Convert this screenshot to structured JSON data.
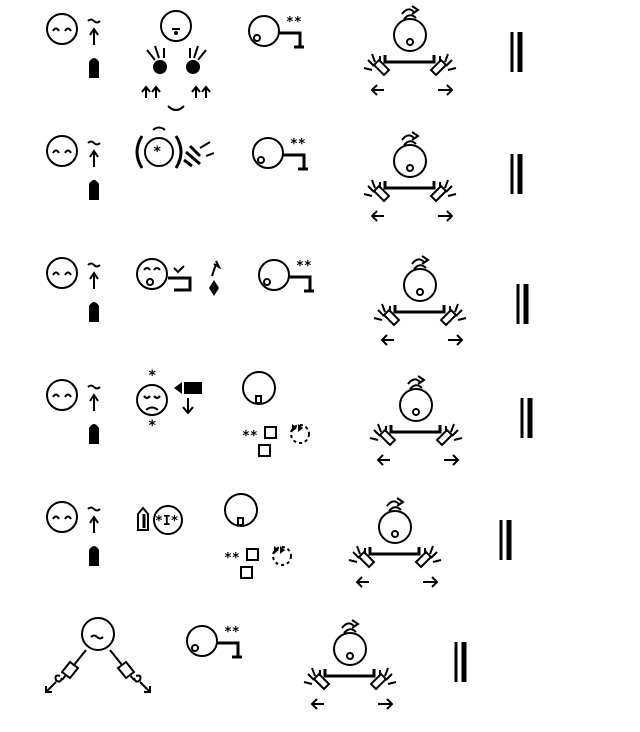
{
  "title": "",
  "rows": [
    {
      "id": "row-1",
      "signs": [
        {
          "id": "calm-face-small-person",
          "glyphs": [
            "face-calm",
            "head-tilde",
            "arrow-up",
            "person-small"
          ]
        },
        {
          "id": "dotted-face-raised-hands",
          "glyphs": [
            "face-dot",
            "hand-burst-left",
            "hand-burst-right",
            "arrows-up-pair-left",
            "arrows-up-pair-right",
            "smile-curve"
          ]
        },
        {
          "id": "open-mouth-face-speech-1",
          "glyphs": [
            "face-open-mouth",
            "double-star",
            "speech-hook"
          ]
        },
        {
          "id": "squeeze-figure-1",
          "glyphs": [
            "face-circle",
            "head-squiggle",
            "body-bar",
            "hand-left",
            "hand-right",
            "arrow-left",
            "arrow-right"
          ]
        },
        {
          "id": "end-mark-1",
          "glyphs": [
            "double-bar"
          ]
        }
      ]
    },
    {
      "id": "row-2",
      "signs": [
        {
          "id": "calm-face-small-person",
          "glyphs": [
            "face-calm",
            "head-tilde",
            "arrow-up",
            "person-small"
          ]
        },
        {
          "id": "star-brackets-brush",
          "glyphs": [
            "bracket-left",
            "star-face",
            "bracket-right",
            "brush-hand"
          ]
        },
        {
          "id": "open-mouth-face-speech-2",
          "glyphs": [
            "face-open-mouth",
            "double-star",
            "speech-hook"
          ]
        },
        {
          "id": "squeeze-figure-2",
          "glyphs": [
            "face-circle",
            "head-squiggle",
            "body-bar",
            "hand-left",
            "hand-right",
            "arrow-left",
            "arrow-right"
          ]
        },
        {
          "id": "end-mark-2",
          "glyphs": [
            "double-bar"
          ]
        }
      ]
    },
    {
      "id": "row-3",
      "signs": [
        {
          "id": "calm-face-small-person",
          "glyphs": [
            "face-calm",
            "head-tilde",
            "arrow-up",
            "person-small"
          ]
        },
        {
          "id": "pouting-face-check-drop",
          "glyphs": [
            "face-pout",
            "check-mark",
            "curved-arrow",
            "drop-diamond"
          ]
        },
        {
          "id": "open-mouth-face-speech-3",
          "glyphs": [
            "face-open-mouth",
            "double-star",
            "speech-hook"
          ]
        },
        {
          "id": "squeeze-figure-3",
          "glyphs": [
            "face-circle",
            "head-squiggle",
            "body-bar",
            "hand-left",
            "hand-right",
            "arrow-left",
            "arrow-right"
          ]
        },
        {
          "id": "end-mark-3",
          "glyphs": [
            "double-bar"
          ]
        }
      ]
    },
    {
      "id": "row-4",
      "signs": [
        {
          "id": "calm-face-small-person",
          "glyphs": [
            "face-calm",
            "head-tilde",
            "arrow-up",
            "person-small"
          ]
        },
        {
          "id": "starred-face-flag-arrow",
          "glyphs": [
            "star-top",
            "face-frown",
            "star-bottom",
            "flag-arrow",
            "arrow-down"
          ]
        },
        {
          "id": "small-mouth-boxes-dots-1",
          "glyphs": [
            "face-small-mouth",
            "double-star",
            "box-pair",
            "dotted-circle-arrows"
          ]
        },
        {
          "id": "squeeze-figure-4",
          "glyphs": [
            "face-circle",
            "head-squiggle",
            "body-bar",
            "hand-left",
            "hand-right",
            "arrow-left",
            "arrow-right"
          ]
        },
        {
          "id": "end-mark-4",
          "glyphs": [
            "double-bar"
          ]
        }
      ]
    },
    {
      "id": "row-5",
      "signs": [
        {
          "id": "calm-face-small-person",
          "glyphs": [
            "face-calm",
            "head-tilde",
            "arrow-up",
            "person-small"
          ]
        },
        {
          "id": "bottle-star-circle",
          "glyphs": [
            "bottle",
            "star-circle"
          ]
        },
        {
          "id": "small-mouth-boxes-dots-2",
          "glyphs": [
            "face-small-mouth",
            "double-star",
            "box-pair",
            "dotted-circle-arrows"
          ]
        },
        {
          "id": "squeeze-figure-5",
          "glyphs": [
            "face-circle",
            "head-squiggle",
            "body-bar",
            "hand-left",
            "hand-right",
            "arrow-left",
            "arrow-right"
          ]
        },
        {
          "id": "end-mark-5",
          "glyphs": [
            "double-bar"
          ]
        }
      ]
    },
    {
      "id": "row-6",
      "signs": [
        {
          "id": "tilde-face-spreading-arms",
          "glyphs": [
            "face-tilde",
            "arm-left",
            "arm-right",
            "spiral-left",
            "spiral-right",
            "arrow-down-left",
            "arrow-down-right"
          ]
        },
        {
          "id": "open-mouth-face-speech-6",
          "glyphs": [
            "face-open-mouth",
            "double-star",
            "speech-hook"
          ]
        },
        {
          "id": "squeeze-figure-6",
          "glyphs": [
            "face-circle",
            "head-squiggle",
            "body-bar",
            "hand-left",
            "hand-right",
            "arrow-left",
            "arrow-right"
          ]
        },
        {
          "id": "end-mark-6",
          "glyphs": [
            "double-bar"
          ]
        }
      ]
    }
  ],
  "colors": {
    "ink": "#000000",
    "paper": "#ffffff"
  }
}
